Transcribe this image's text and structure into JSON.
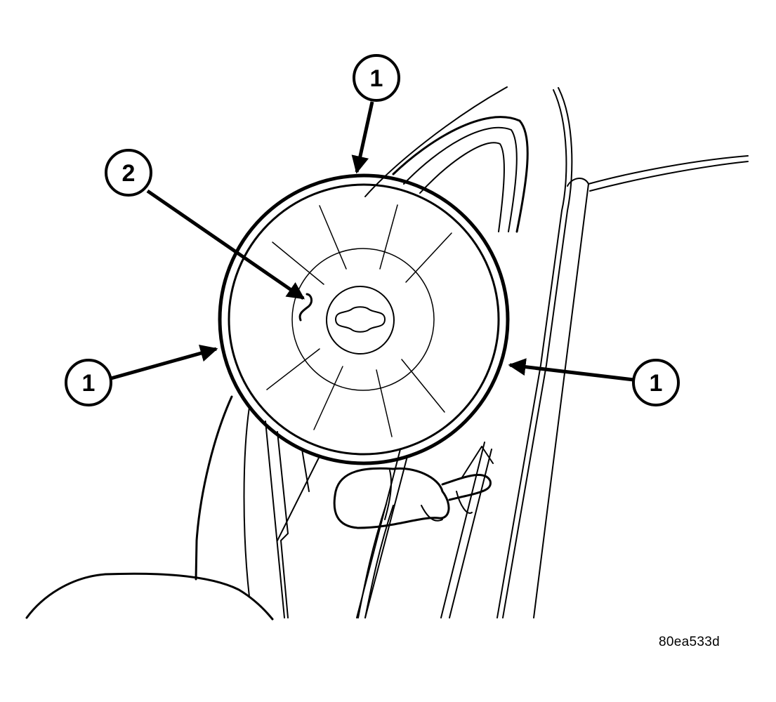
{
  "figure_id": "80ea533d",
  "callouts": [
    {
      "number": "1",
      "target": "rim-top"
    },
    {
      "number": "2",
      "target": "center-hook"
    },
    {
      "number": "1",
      "target": "rim-left"
    },
    {
      "number": "1",
      "target": "rim-right"
    }
  ],
  "colors": {
    "ink": "#000000",
    "paper": "#ffffff"
  }
}
